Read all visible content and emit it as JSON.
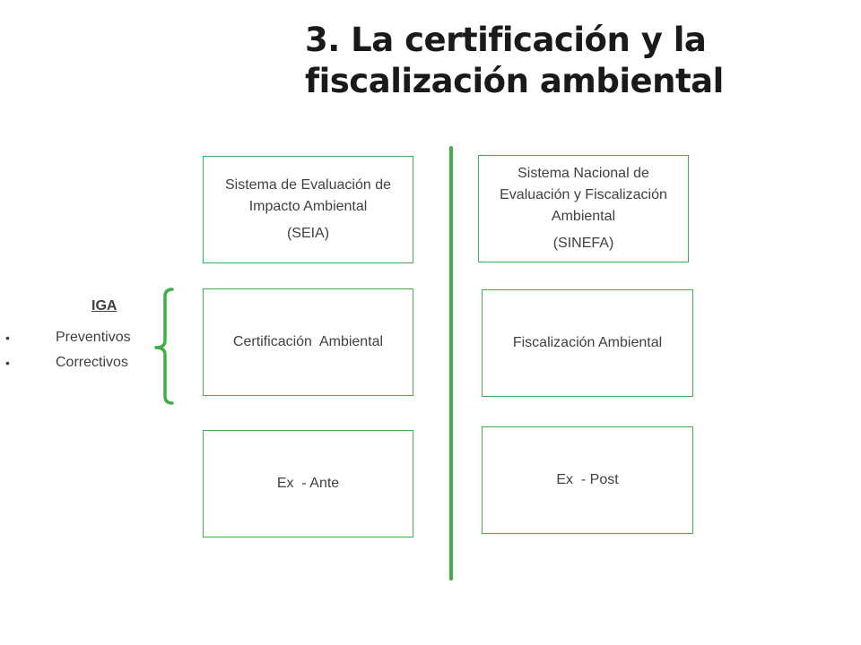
{
  "title": {
    "line1": "3. La certificación y la",
    "line2": "fiscalización ambiental"
  },
  "left_column": {
    "system": {
      "name": "Sistema de Evaluación de Impacto Ambiental",
      "acronym": "(SEIA)"
    },
    "type": "Certificación  Ambiental",
    "timing": "Ex  - Ante"
  },
  "right_column": {
    "system": {
      "name": "Sistema Nacional de Evaluación y Fiscalización Ambiental",
      "acronym": "(SINEFA)"
    },
    "type": "Fiscalización Ambiental",
    "timing": "Ex  - Post"
  },
  "iga": {
    "title": "IGA",
    "items": [
      "Preventivos",
      "Correctivos"
    ]
  },
  "colors": {
    "accent": "#3fae49",
    "text": "#404040",
    "title": "#1a1a1a"
  }
}
